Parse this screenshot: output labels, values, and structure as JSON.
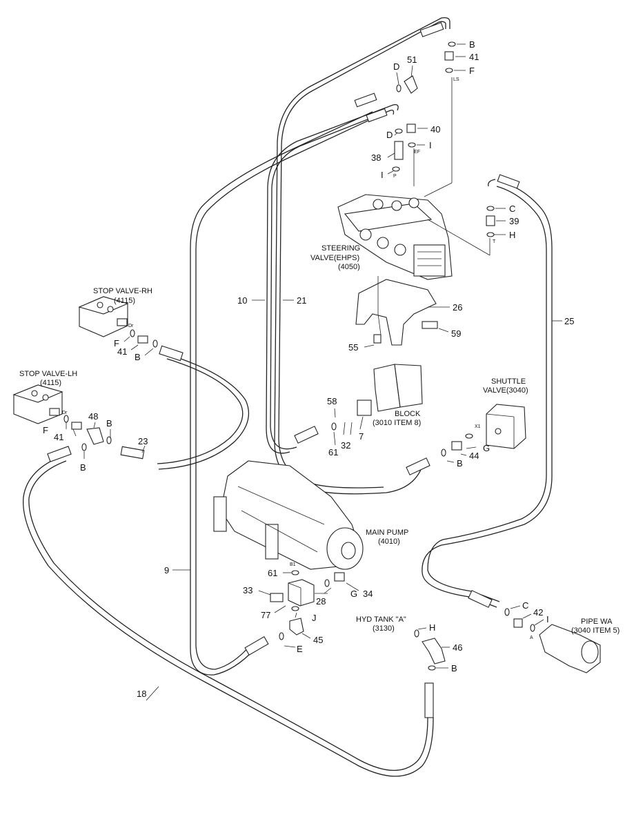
{
  "captions": {
    "stop_valve_rh": [
      "STOP VALVE-RH",
      "(4115)"
    ],
    "stop_valve_lh": [
      "STOP VALVE-LH",
      "(4115)"
    ],
    "steering_valve": [
      "STEERING",
      "VALVE(EHPS)",
      "(4050)"
    ],
    "shuttle_valve": [
      "SHUTTLE",
      "VALVE(3040)"
    ],
    "block": [
      "BLOCK",
      "(3010 ITEM 8)"
    ],
    "main_pump": [
      "MAIN PUMP",
      "(4010)"
    ],
    "hyd_tank": [
      "HYD TANK \"A\"",
      "(3130)"
    ],
    "pipe_wa": [
      "PIPE WA",
      "(3040 ITEM 5)"
    ]
  },
  "callouts": [
    {
      "id": "B-top",
      "text": "B"
    },
    {
      "id": "41-top",
      "text": "41"
    },
    {
      "id": "F-top",
      "text": "F"
    },
    {
      "id": "51",
      "text": "51"
    },
    {
      "id": "D-top",
      "text": "D"
    },
    {
      "id": "40",
      "text": "40"
    },
    {
      "id": "D-mid",
      "text": "D"
    },
    {
      "id": "I-mid",
      "text": "I"
    },
    {
      "id": "38",
      "text": "38"
    },
    {
      "id": "I-p",
      "text": "I"
    },
    {
      "id": "C-right",
      "text": "C"
    },
    {
      "id": "39",
      "text": "39"
    },
    {
      "id": "H-right",
      "text": "H"
    },
    {
      "id": "10",
      "text": "10"
    },
    {
      "id": "21",
      "text": "21"
    },
    {
      "id": "26",
      "text": "26"
    },
    {
      "id": "25",
      "text": "25"
    },
    {
      "id": "59",
      "text": "59"
    },
    {
      "id": "55",
      "text": "55"
    },
    {
      "id": "F-rh",
      "text": "F"
    },
    {
      "id": "41-rh",
      "text": "41"
    },
    {
      "id": "B-rh",
      "text": "B"
    },
    {
      "id": "58",
      "text": "58"
    },
    {
      "id": "7",
      "text": "7"
    },
    {
      "id": "32",
      "text": "32"
    },
    {
      "id": "61-block",
      "text": "61"
    },
    {
      "id": "G-shuttle",
      "text": "G"
    },
    {
      "id": "44",
      "text": "44"
    },
    {
      "id": "B-shuttle",
      "text": "B"
    },
    {
      "id": "48",
      "text": "48"
    },
    {
      "id": "B-lh",
      "text": "B"
    },
    {
      "id": "F-lh",
      "text": "F"
    },
    {
      "id": "41-lh",
      "text": "41"
    },
    {
      "id": "23",
      "text": "23"
    },
    {
      "id": "B-lh2",
      "text": "B"
    },
    {
      "id": "9",
      "text": "9"
    },
    {
      "id": "61-pump",
      "text": "61"
    },
    {
      "id": "33",
      "text": "33"
    },
    {
      "id": "28",
      "text": "28"
    },
    {
      "id": "G-pump",
      "text": "G"
    },
    {
      "id": "34",
      "text": "34"
    },
    {
      "id": "77",
      "text": "77"
    },
    {
      "id": "J",
      "text": "J"
    },
    {
      "id": "45",
      "text": "45"
    },
    {
      "id": "E",
      "text": "E"
    },
    {
      "id": "C-pipe",
      "text": "C"
    },
    {
      "id": "42",
      "text": "42"
    },
    {
      "id": "I-pipe",
      "text": "I"
    },
    {
      "id": "H-tank",
      "text": "H"
    },
    {
      "id": "46",
      "text": "46"
    },
    {
      "id": "B-tank",
      "text": "B"
    },
    {
      "id": "18",
      "text": "18"
    }
  ],
  "port_marks": [
    "LS",
    "EF",
    "P",
    "T",
    "Dr",
    "Dr",
    "X1",
    "B1",
    "A"
  ]
}
